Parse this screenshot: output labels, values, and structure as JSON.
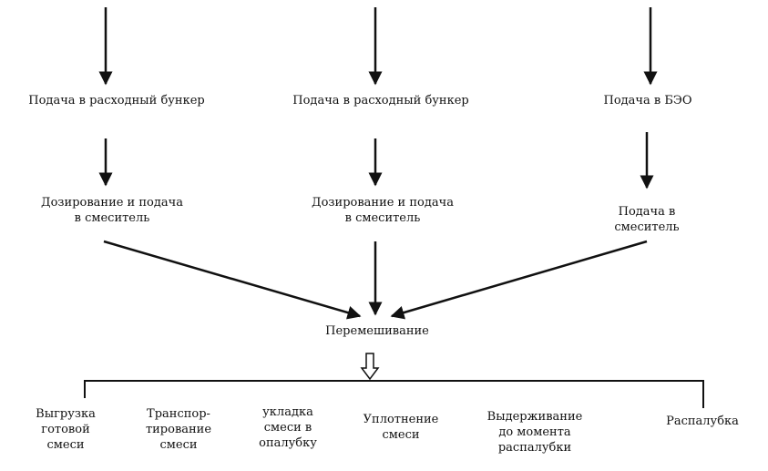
{
  "columns": [
    {
      "feed": "Подача в расходный бункер",
      "dose": "Дозирование и подача\nв смеситель"
    },
    {
      "feed": "Подача в расходный бункер",
      "dose": "Дозирование и подача\nв смеситель"
    },
    {
      "feed": "Подача в БЭО",
      "dose": "Подача в смеситель"
    }
  ],
  "mixing": "Перемешивание",
  "operations": [
    "Выгрузка\nготовой\nсмеси",
    "Транспор-\nтирование\nсмеси",
    "укладка\nсмеси в\nопалубку",
    "Уплотнение\nсмеси",
    "Выдерживание\nдо момента\nраспалубки",
    "Распалубка"
  ],
  "colors": {
    "ink": "#111111",
    "background": "#ffffff"
  }
}
